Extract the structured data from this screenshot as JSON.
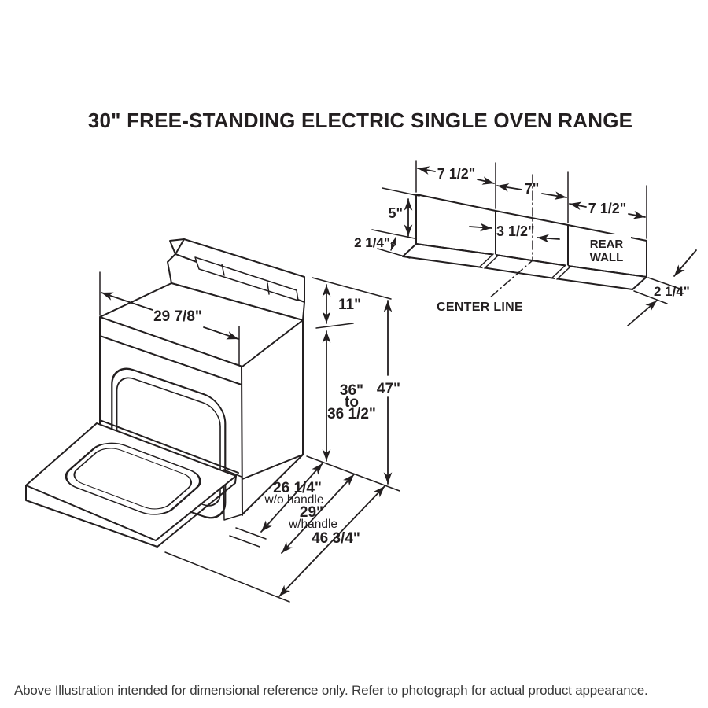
{
  "title": "30\" FREE-STANDING ELECTRIC SINGLE OVEN RANGE",
  "footnote": "Above Illustration intended for dimensional reference only. Refer to photograph for actual product appearance.",
  "colors": {
    "line": "#231f20",
    "wall_fill": "#c8c9ca",
    "background": "#ffffff"
  },
  "range": {
    "dims": {
      "width": "29 7/8\"",
      "backsplash_height": "11\"",
      "height_min": "36\"",
      "height_conj": "to",
      "height_max": "36 1/2\"",
      "overall_height": "47\"",
      "depth_no_handle": "26 1/4\"",
      "depth_no_handle_note": "w/o handle",
      "depth_with_handle": "29\"",
      "depth_with_handle_note": "w/handle",
      "depth_door_open": "46 3/4\""
    }
  },
  "wall": {
    "labels": {
      "rear_wall_line1": "REAR",
      "rear_wall_line2": "WALL",
      "center_line": "CENTER LINE"
    },
    "dims": {
      "left_section_width": "7 1/2\"",
      "center_section_width": "7\"",
      "right_section_width": "7 1/2\"",
      "wall_height": "5\"",
      "sill_depth_left": "2 1/4\"",
      "half_center_width": "3 1/2\"",
      "sill_depth_right": "2 1/4\""
    }
  }
}
